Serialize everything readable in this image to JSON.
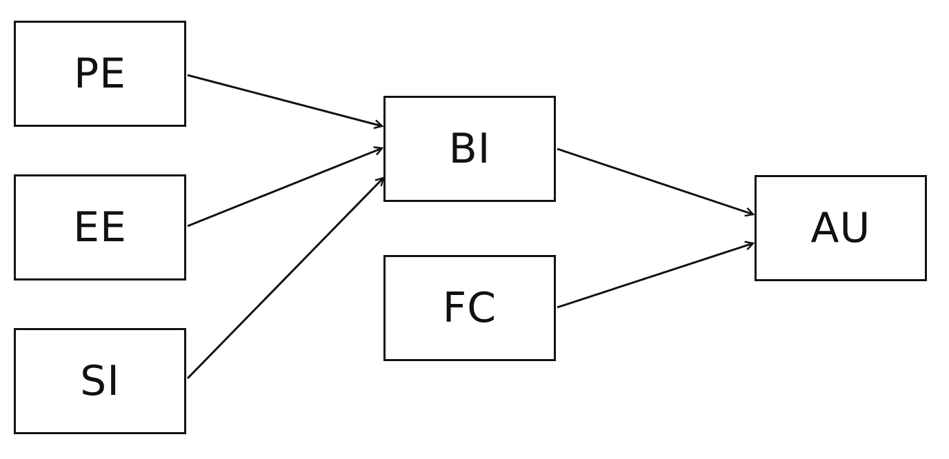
{
  "diagram": {
    "nodes": {
      "pe": {
        "label": "PE"
      },
      "ee": {
        "label": "EE"
      },
      "si": {
        "label": "SI"
      },
      "bi": {
        "label": "BI"
      },
      "fc": {
        "label": "FC"
      },
      "au": {
        "label": "AU"
      }
    },
    "edges": [
      {
        "from": "PE",
        "to": "BI"
      },
      {
        "from": "EE",
        "to": "BI"
      },
      {
        "from": "SI",
        "to": "BI"
      },
      {
        "from": "BI",
        "to": "AU"
      },
      {
        "from": "FC",
        "to": "AU"
      }
    ],
    "colors": {
      "stroke": "#111111",
      "background": "#ffffff"
    }
  }
}
